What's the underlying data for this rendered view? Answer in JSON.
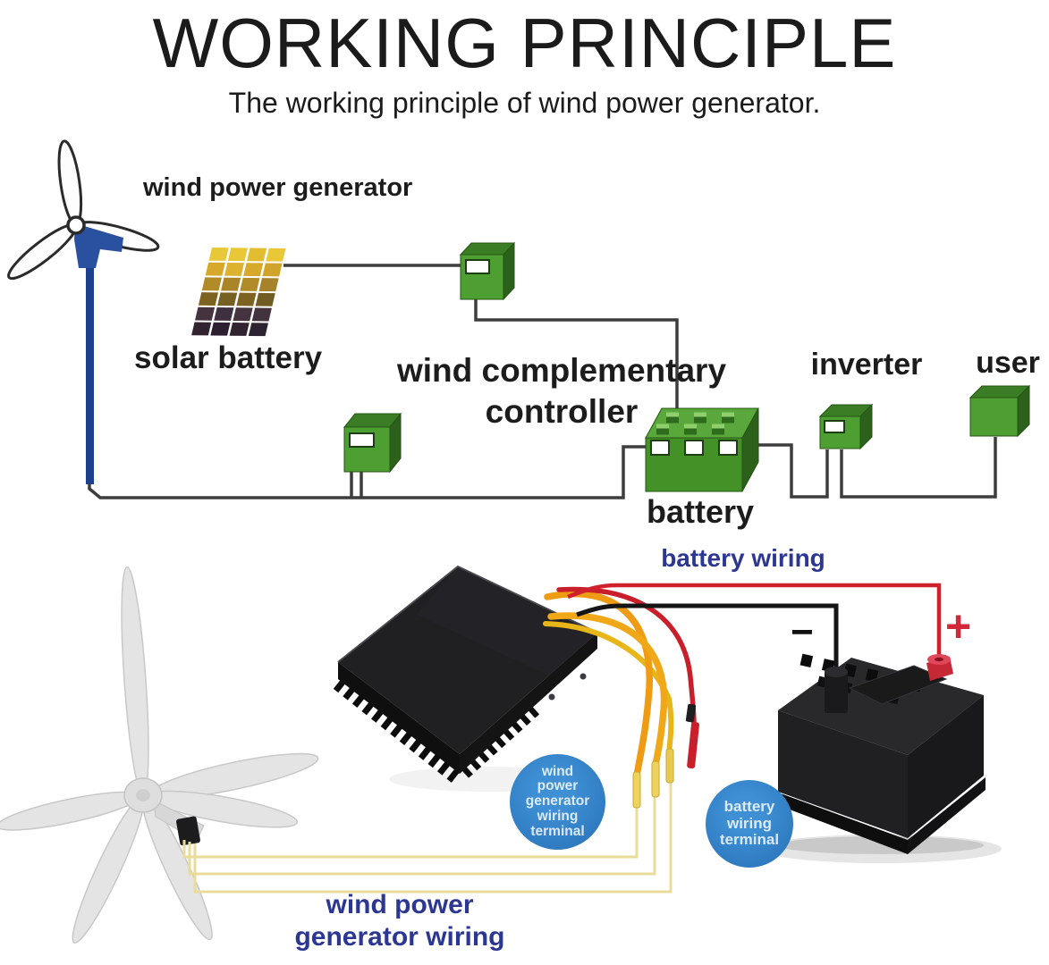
{
  "header": {
    "title": "WORKING PRINCIPLE",
    "subtitle": "The working principle of wind power generator."
  },
  "schematic": {
    "labels": {
      "wind_power_generator": "wind power generator",
      "solar_battery": "solar battery",
      "controller_line1": "wind complementary",
      "controller_line2": "controller",
      "battery": "battery",
      "inverter": "inverter",
      "user": "user"
    }
  },
  "photo_section": {
    "battery_wiring_label": "battery wiring",
    "plus_sign": "+",
    "minus_sign": "−",
    "wind_terminal_badge": {
      "line1": "wind",
      "line2": "power",
      "line3": "generator",
      "line4": "wiring",
      "line5": "terminal"
    },
    "battery_terminal_badge": {
      "line1": "battery",
      "line2": "wiring",
      "line3": "terminal"
    },
    "wind_generator_wiring_label": {
      "line1": "wind power",
      "line2": "generator wiring"
    }
  },
  "colors": {
    "schematic_green_front": "#4d9f31",
    "schematic_green_top": "#3a7d24",
    "schematic_green_side": "#2b611a",
    "wire_gray": "#3d3d3d",
    "turbine_blue": "#2a50a0",
    "pole_blue": "#1e3f8e",
    "navy_label": "#2c3794",
    "badge_blue": "#2f80c6",
    "wire_red": "#d0202c",
    "wire_black": "#151515",
    "wire_orange": "#ef9b13",
    "wire_pale_yellow": "#e9dc9a",
    "plus_red": "#d3273a"
  }
}
